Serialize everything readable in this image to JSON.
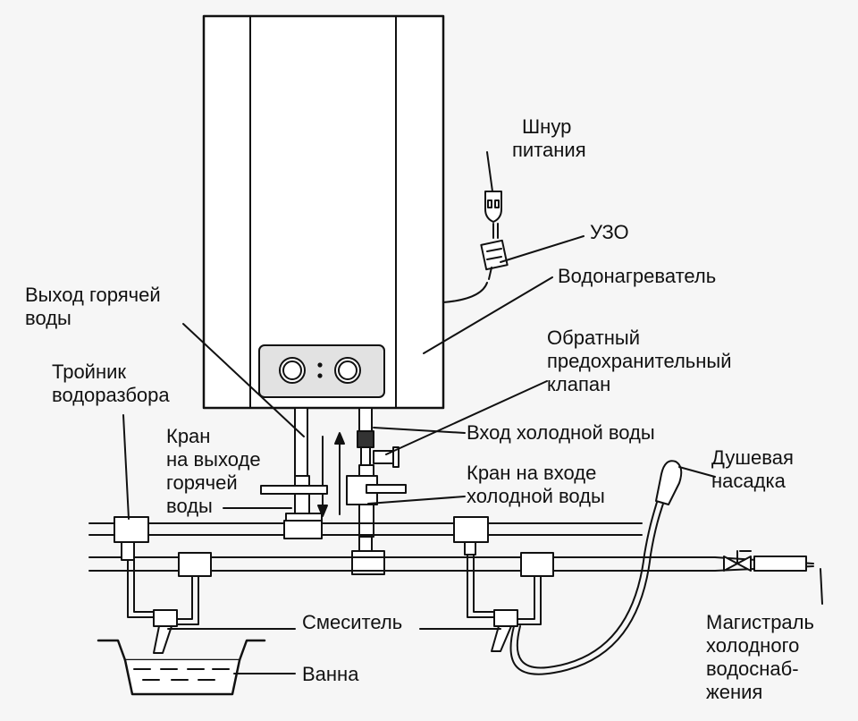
{
  "labels": {
    "cord_line1": "Шнур",
    "cord_line2": "питания",
    "uzo": "УЗО",
    "heater": "Водонагреватель",
    "hot_out_line1": "Выход горячей",
    "hot_out_line2": "воды",
    "check_valve_line1": "Обратный",
    "check_valve_line2": "предохранительный",
    "check_valve_line3": "клапан",
    "tee_line1": "Тройник",
    "tee_line2": "водоразбора",
    "hot_tap_line1": "Кран",
    "hot_tap_line2": "на выходе",
    "hot_tap_line3": "горячей",
    "hot_tap_line4": "воды",
    "cold_in": "Вход холодной воды",
    "cold_tap_line1": "Кран на входе",
    "cold_tap_line2": "холодной воды",
    "shower_line1": "Душевая",
    "shower_line2": "насадка",
    "mixer": "Смеситель",
    "bath": "Ванна",
    "main_line1": "Магистраль",
    "main_line2": "холодного",
    "main_line3": "водоснаб-",
    "main_line4": "жения"
  },
  "colors": {
    "background": "#f6f6f6",
    "stroke": "#111111",
    "heater_fill": "#ffffff",
    "panel_fill": "#e2e2e2",
    "pipe_fill": "#ffffff"
  }
}
